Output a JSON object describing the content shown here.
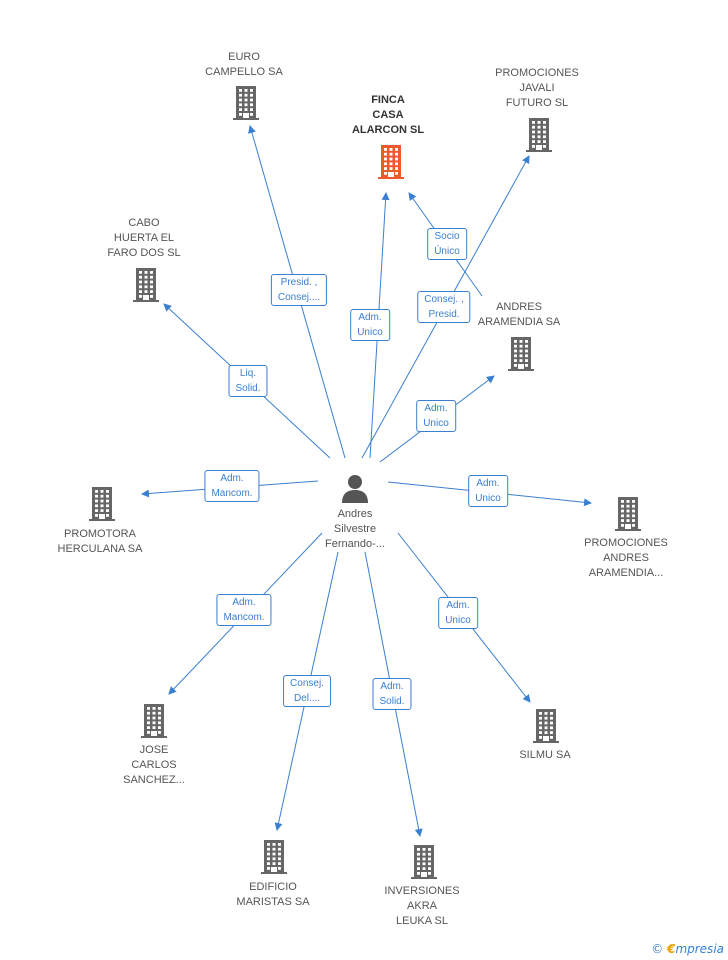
{
  "center": {
    "label": "Andres\nSilvestre\nFernando-..."
  },
  "colors": {
    "edge": "#3a7fd0",
    "building": "#666666",
    "highlight": "#ee5a2e",
    "person": "#555555"
  },
  "nodes": [
    {
      "id": "finca",
      "label": "FINCA\nCASA\nALARCON SL",
      "highlight": true
    },
    {
      "id": "euro",
      "label": "EURO\nCAMPELLO SA"
    },
    {
      "id": "promojavali",
      "label": "PROMOCIONES\nJAVALI\nFUTURO SL"
    },
    {
      "id": "cabo",
      "label": "CABO\nHUERTA EL\nFARO DOS  SL"
    },
    {
      "id": "andresaram",
      "label": "ANDRES\nARAMENDIA SA"
    },
    {
      "id": "herculana",
      "label": "PROMOTORA\nHERCULANA SA"
    },
    {
      "id": "promoandres",
      "label": "PROMOCIONES\nANDRES\nARAMENDIA..."
    },
    {
      "id": "jose",
      "label": "JOSE\nCARLOS\nSANCHEZ..."
    },
    {
      "id": "silmu",
      "label": "SILMU SA"
    },
    {
      "id": "edificio",
      "label": "EDIFICIO\nMARISTAS SA"
    },
    {
      "id": "inversiones",
      "label": "INVERSIONES\nAKRA\nLEUKA SL"
    }
  ],
  "edges": [
    {
      "id": "e-euro",
      "label": "Presid. ,\nConsej...."
    },
    {
      "id": "e-finca",
      "label": "Adm.\nUnico"
    },
    {
      "id": "e-socio",
      "label": "Socio\nÚnico"
    },
    {
      "id": "e-javali",
      "label": "Consej. ,\nPresid."
    },
    {
      "id": "e-cabo",
      "label": "Liq.\nSolid."
    },
    {
      "id": "e-aram",
      "label": "Adm.\nUnico"
    },
    {
      "id": "e-herc",
      "label": "Adm.\nMancom."
    },
    {
      "id": "e-promoandres",
      "label": "Adm.\nUnico"
    },
    {
      "id": "e-jose",
      "label": "Adm.\nMancom."
    },
    {
      "id": "e-silmu",
      "label": "Adm.\nUnico"
    },
    {
      "id": "e-edificio",
      "label": "Consej.\nDel...."
    },
    {
      "id": "e-inv",
      "label": "Adm.\nSolid."
    }
  ],
  "footer": {
    "copyright": "©",
    "brand_initial": "€",
    "brand_rest": "mpresia"
  }
}
